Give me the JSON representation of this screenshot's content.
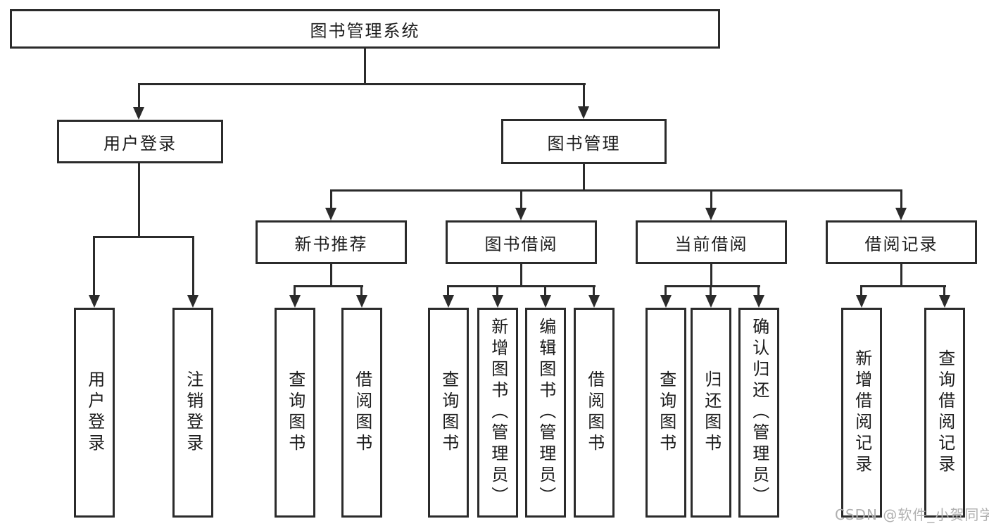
{
  "colors": {
    "line": "#2b2b2b",
    "border": "#2b2b2b",
    "text": "#1c1c1c",
    "bg": "#ffffff",
    "watermark": "#b0b0b0"
  },
  "tree": {
    "root": {
      "label": "图书管理系统"
    },
    "branches": [
      {
        "label": "用户登录",
        "children": [
          {
            "label": "用户登录"
          },
          {
            "label": "注销登录"
          }
        ]
      },
      {
        "label": "图书管理",
        "children": [
          {
            "label": "新书推荐",
            "children": [
              {
                "label": "查询图书"
              },
              {
                "label": "借阅图书"
              }
            ]
          },
          {
            "label": "图书借阅",
            "children": [
              {
                "label": "查询图书"
              },
              {
                "label": "新增图书（管理员）"
              },
              {
                "label": "编辑图书（管理员）"
              },
              {
                "label": "借阅图书"
              }
            ]
          },
          {
            "label": "当前借阅",
            "children": [
              {
                "label": "查询图书"
              },
              {
                "label": "归还图书"
              },
              {
                "label": "确认归还（管理员）"
              }
            ]
          },
          {
            "label": "借阅记录",
            "children": [
              {
                "label": "新增借阅记录"
              },
              {
                "label": "查询借阅记录"
              }
            ]
          }
        ]
      }
    ]
  },
  "watermark": {
    "text": "CSDN @软件_小贺同学"
  }
}
